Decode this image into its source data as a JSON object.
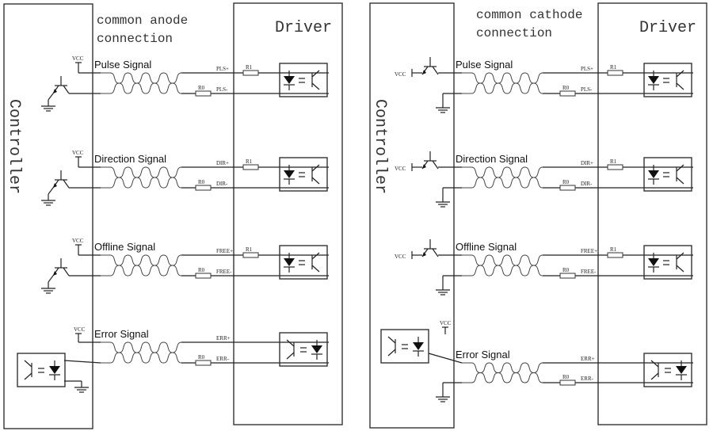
{
  "panels": [
    {
      "id": "anode",
      "title_line1": "common anode",
      "title_line2": "connection",
      "controller_label": "Controller",
      "driver_label": "Driver",
      "signals": [
        {
          "name": "Pulse Signal",
          "plus": "PLS+",
          "minus": "PLS-",
          "r_plus": "R1",
          "r_minus": "R0",
          "vcc": "VCC"
        },
        {
          "name": "Direction Signal",
          "plus": "DIR+",
          "minus": "DIR-",
          "r_plus": "R1",
          "r_minus": "R0",
          "vcc": "VCC"
        },
        {
          "name": "Offline Signal",
          "plus": "FREE+",
          "minus": "FREE-",
          "r_plus": "R1",
          "r_minus": "R0",
          "vcc": "VCC"
        },
        {
          "name": "Error Signal",
          "plus": "ERR+",
          "minus": "ERR-",
          "r_minus": "R0",
          "vcc": "VCC"
        }
      ]
    },
    {
      "id": "cathode",
      "title_line1": "common cathode",
      "title_line2": "connection",
      "controller_label": "Controller",
      "driver_label": "Driver",
      "signals": [
        {
          "name": "Pulse Signal",
          "plus": "PLS+",
          "minus": "PLS-",
          "r_plus": "R1",
          "r_minus": "R0",
          "vcc": "VCC"
        },
        {
          "name": "Direction Signal",
          "plus": "DIR+",
          "minus": "DIR-",
          "r_plus": "R1",
          "r_minus": "R0",
          "vcc": "VCC"
        },
        {
          "name": "Offline Signal",
          "plus": "FREE+",
          "minus": "FREE-",
          "r_plus": "R1",
          "r_minus": "R0",
          "vcc": "VCC"
        },
        {
          "name": "Error Signal",
          "plus": "ERR+",
          "minus": "ERR-",
          "r_minus": "R0",
          "vcc": "VCC"
        }
      ]
    }
  ]
}
